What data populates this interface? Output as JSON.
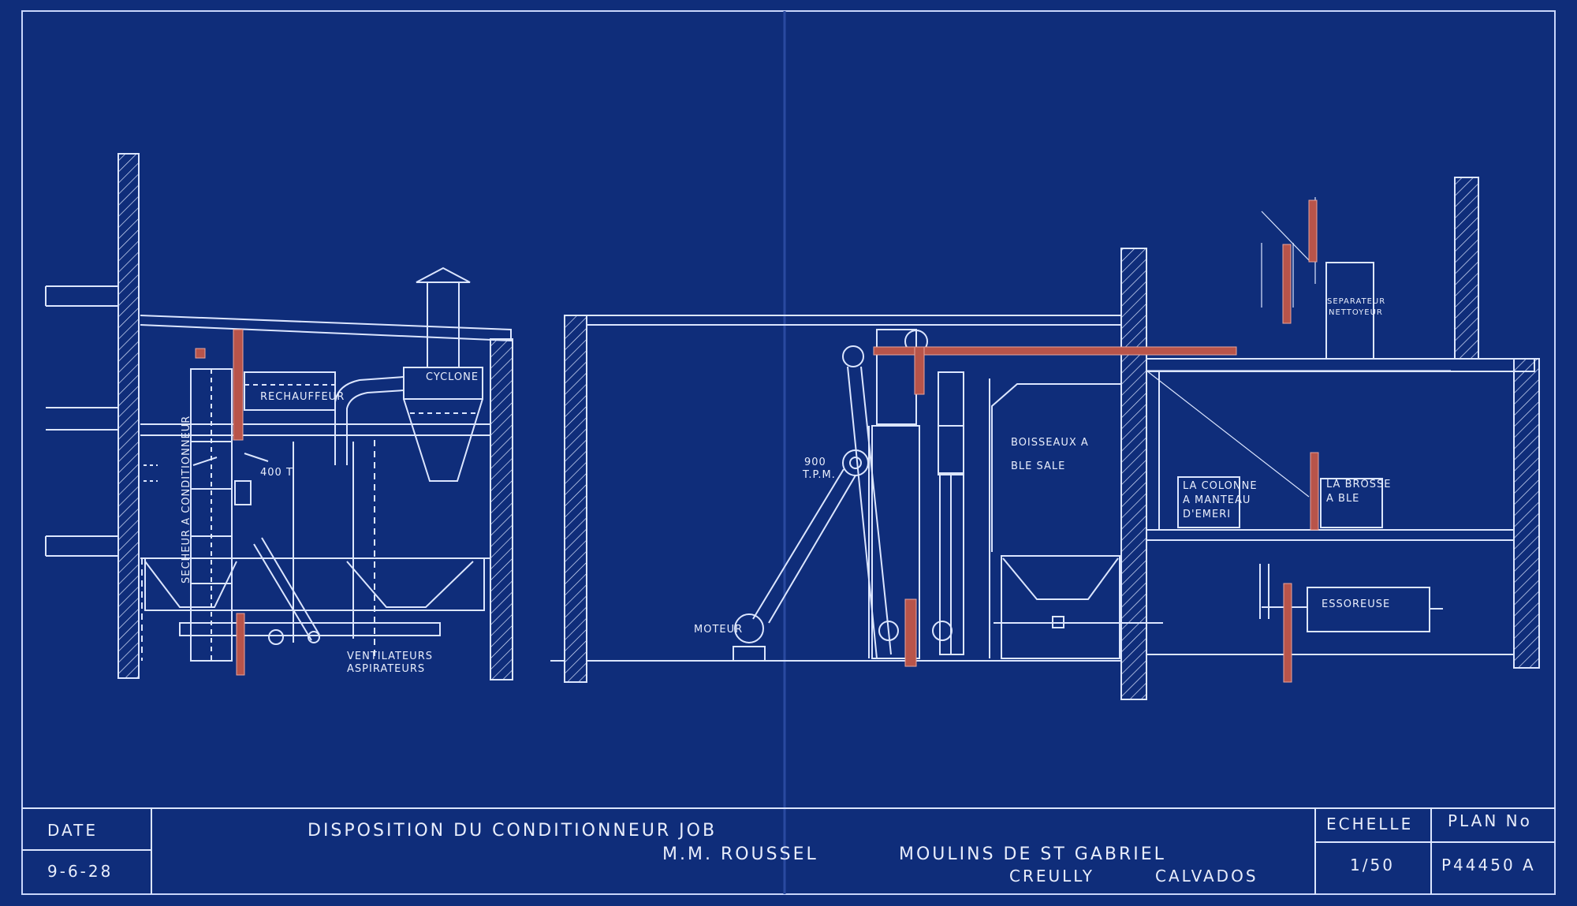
{
  "colors": {
    "paper": "#0f2d7a",
    "ink": "#dce6ff",
    "red_ink": "#b8544a"
  },
  "labels": {
    "rechauffeur": "RECHAUFFEUR",
    "cyclone": "CYCLONE",
    "secheur": "SECHEUR A CONDITIONNEUR",
    "tonnage": "400 T",
    "ventilateurs": "VENTILATEURS",
    "aspirateurs": "ASPIRATEURS",
    "moteur": "MOTEUR",
    "rpm_value": "900",
    "rpm_unit": "T.P.M.",
    "boisseaux_1": "BOISSEAUX A",
    "boisseaux_2": "BLE SALE",
    "colonne_1": "LA COLONNE",
    "colonne_2": "A MANTEAU",
    "colonne_3": "D'EMERI",
    "brosse_1": "LA BROSSE",
    "brosse_2": "A BLE",
    "separateur_1": "SEPARATEUR",
    "separateur_2": "NETTOYEUR",
    "essoreuse": "ESSOREUSE"
  },
  "title_block": {
    "date_label": "DATE",
    "date_value": "9-6-28",
    "title": "DISPOSITION DU CONDITIONNEUR JOB",
    "client": "M.M. ROUSSEL",
    "mill": "MOULINS DE ST GABRIEL",
    "town": "CREULLY",
    "region": "CALVADOS",
    "scale_label": "ECHELLE",
    "scale_value": "1/50",
    "plan_label": "PLAN No",
    "plan_value": "P44450 A"
  }
}
